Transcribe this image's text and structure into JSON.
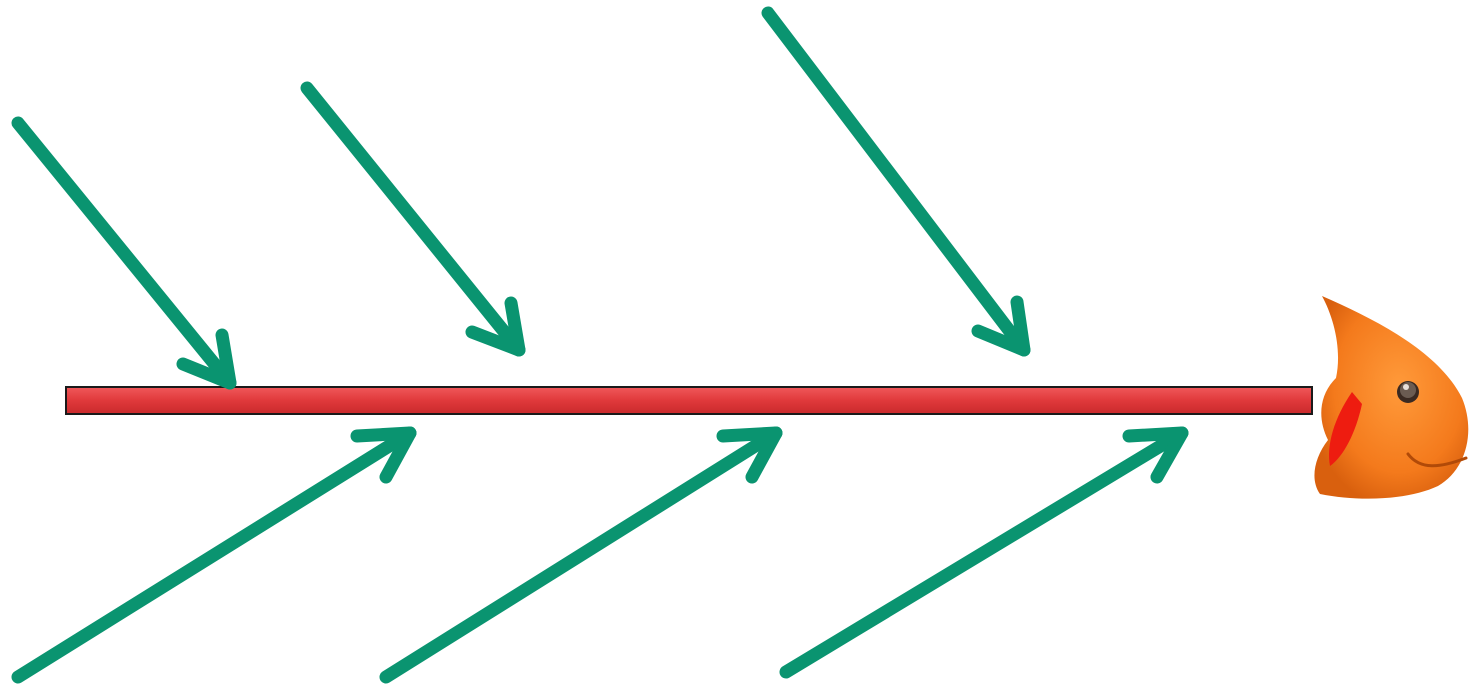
{
  "diagram": {
    "type": "fishbone",
    "spine_color": "#e0393b",
    "bone_color": "#0a9470",
    "fish_head_color": "#f47a1c",
    "fish_mouth_color": "#ee1c10",
    "upper_bone_count": 3,
    "lower_bone_count": 3,
    "bone_labels": [],
    "head_icon": "fish-head-icon"
  }
}
